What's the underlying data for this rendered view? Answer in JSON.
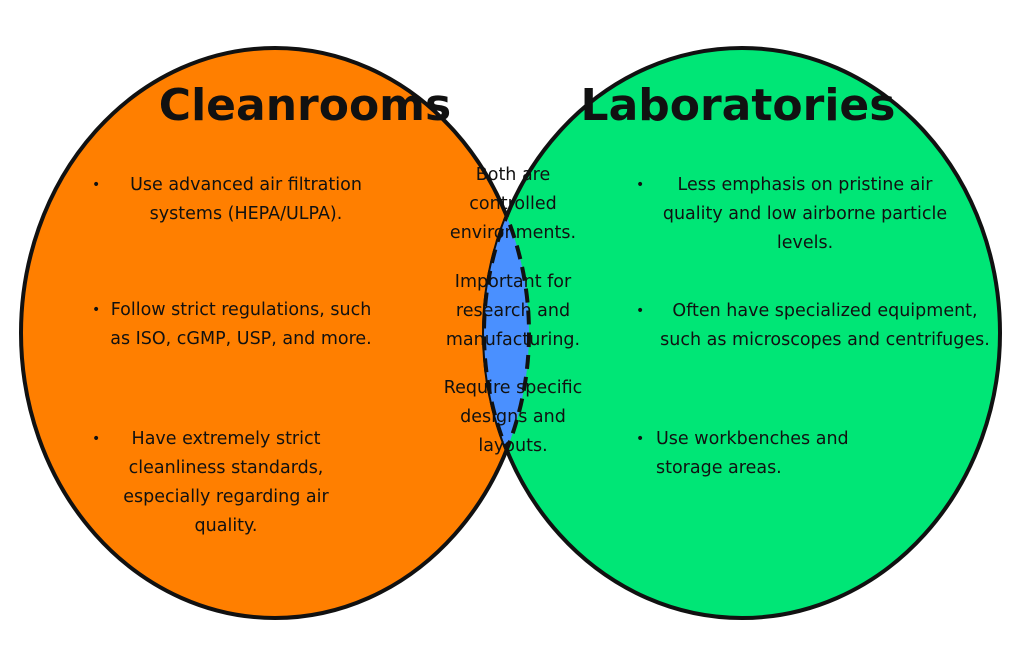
{
  "left_set": {
    "title": "Cleanrooms",
    "color": "#FF7F00",
    "points": [
      "Use advanced air filtration systems (HEPA/ULPA).",
      "Follow strict regulations, such as ISO, cGMP, USP, and more.",
      "Have extremely strict cleanliness standards, especially regarding air quality."
    ]
  },
  "right_set": {
    "title": "Laboratories",
    "color": "#00E676",
    "points": [
      "Less emphasis on pristine air quality and low airborne particle levels.",
      "Often have specialized equipment, such as microscopes and centrifuges.",
      "Use workbenches and storage areas."
    ]
  },
  "intersection": {
    "color": "#4A90FF",
    "points": [
      "Both are controlled environments.",
      "Important for research and manufacturing.",
      "Require specific designs and layouts."
    ]
  },
  "bullet": "•"
}
